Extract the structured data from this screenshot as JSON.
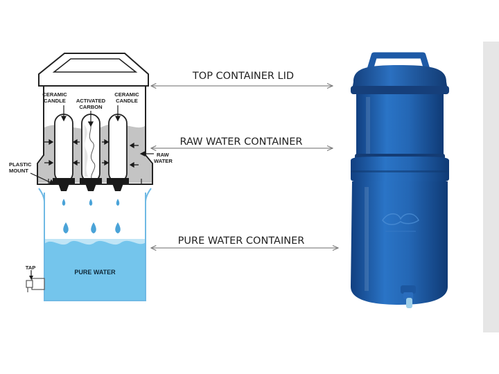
{
  "callouts": {
    "lid": "TOP CONTAINER LID",
    "raw": "RAW WATER CONTAINER",
    "pure": "PURE WATER CONTAINER"
  },
  "labels": {
    "ceramic_candle_left_1": "CERAMIC",
    "ceramic_candle_left_2": "CANDLE",
    "activated_carbon_1": "ACTIVATED",
    "activated_carbon_2": "CARBON",
    "ceramic_candle_right_1": "CERAMIC",
    "ceramic_candle_right_2": "CANDLE",
    "raw_water_1": "RAW",
    "raw_water_2": "WATER",
    "plastic_mount_1": "PLASTIC",
    "plastic_mount_2": "MOUNT",
    "tap": "TAP",
    "pure_water": "PURE WATER"
  },
  "colors": {
    "water_blue": "#74c5ec",
    "water_drop": "#4aa3d8",
    "filter_body_blue": "#1f5fae",
    "filter_dark_blue": "#12407e",
    "raw_water_gray": "#c4c4c4",
    "side_panel": "#e6e6e6"
  }
}
